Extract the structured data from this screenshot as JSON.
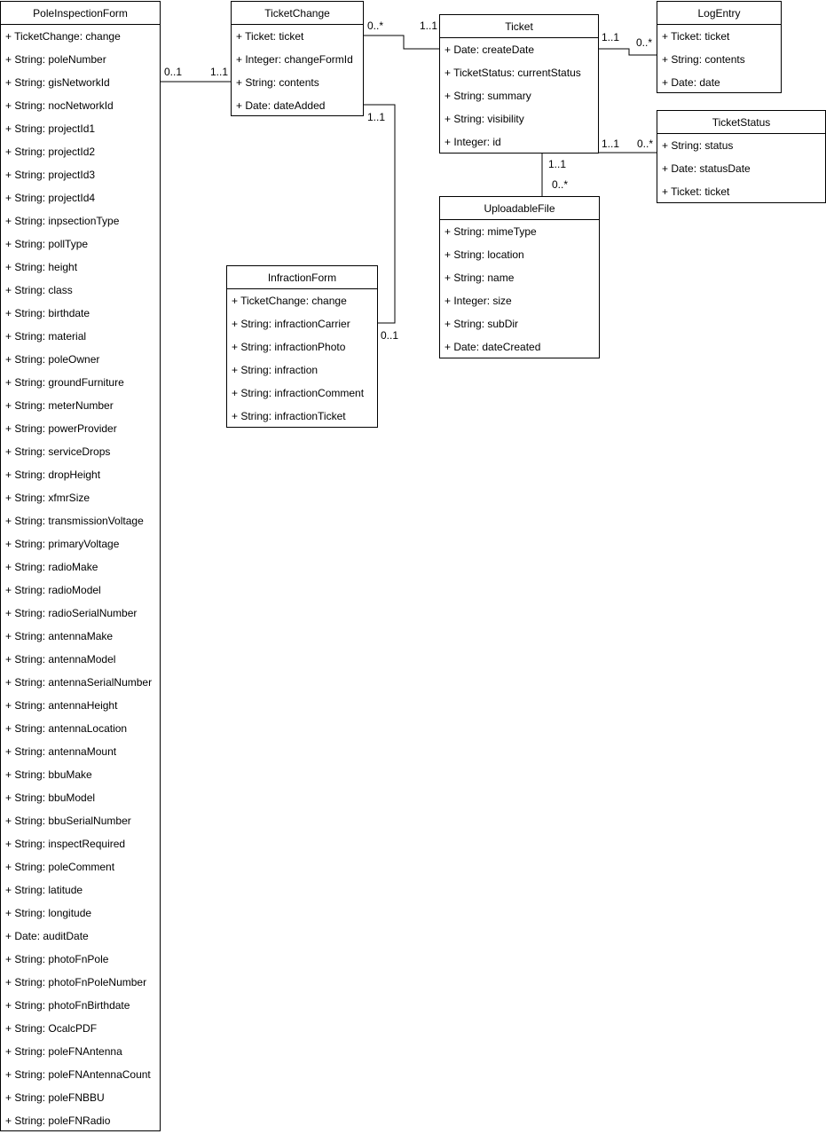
{
  "classes": {
    "pole_inspection_form": {
      "name": "PoleInspectionForm",
      "attributes": [
        "+ TicketChange: change",
        "+ String: poleNumber",
        "+ String: gisNetworkId",
        "+ String: nocNetworkId",
        "+ String: projectId1",
        "+ String: projectId2",
        "+ String: projectId3",
        "+ String: projectId4",
        "+ String: inpsectionType",
        "+ String: pollType",
        "+ String: height",
        "+ String: class",
        "+ String: birthdate",
        "+ String: material",
        "+ String: poleOwner",
        "+ String: groundFurniture",
        "+ String: meterNumber",
        "+ String: powerProvider",
        "+ String: serviceDrops",
        "+ String: dropHeight",
        "+ String: xfmrSize",
        "+ String: transmissionVoltage",
        "+ String: primaryVoltage",
        "+ String: radioMake",
        "+ String: radioModel",
        "+ String: radioSerialNumber",
        "+ String: antennaMake",
        "+ String: antennaModel",
        "+ String: antennaSerialNumber",
        "+ String: antennaHeight",
        "+ String: antennaLocation",
        "+ String: antennaMount",
        "+ String: bbuMake",
        "+ String: bbuModel",
        "+ String: bbuSerialNumber",
        "+ String: inspectRequired",
        "+ String: poleComment",
        "+ String: latitude",
        "+ String: longitude",
        "+ Date: auditDate",
        "+ String: photoFnPole",
        "+ String: photoFnPoleNumber",
        "+ String: photoFnBirthdate",
        "+ String: OcalcPDF",
        "+ String: poleFNAntenna",
        "+ String: poleFNAntennaCount",
        "+ String: poleFNBBU",
        "+ String: poleFNRadio"
      ]
    },
    "ticket_change": {
      "name": "TicketChange",
      "attributes": [
        "+ Ticket: ticket",
        "+ Integer: changeFormId",
        "+ String: contents",
        "+ Date: dateAdded"
      ]
    },
    "ticket": {
      "name": "Ticket",
      "attributes": [
        "+ Date: createDate",
        "+ TicketStatus: currentStatus",
        "+ String: summary",
        "+ String: visibility",
        "+ Integer: id"
      ]
    },
    "log_entry": {
      "name": "LogEntry",
      "attributes": [
        "+ Ticket: ticket",
        "+ String: contents",
        "+ Date: date"
      ]
    },
    "ticket_status": {
      "name": "TicketStatus",
      "attributes": [
        "+ String: status",
        "+ Date: statusDate",
        "+ Ticket: ticket"
      ]
    },
    "uploadable_file": {
      "name": "UploadableFile",
      "attributes": [
        "+ String: mimeType",
        "+ String: location",
        "+ String: name",
        "+ Integer: size",
        "+ String: subDir",
        "+ Date: dateCreated"
      ]
    },
    "infraction_form": {
      "name": "InfractionForm",
      "attributes": [
        "+ TicketChange: change",
        "+ String: infractionCarrier",
        "+ String: infractionPhoto",
        "+ String: infraction",
        "+ String: infractionComment",
        "+ String: infractionTicket"
      ]
    }
  },
  "associations": [
    {
      "from": "pole_inspection_form",
      "to": "ticket_change",
      "from_multiplicity": "0..1",
      "to_multiplicity": "1..1"
    },
    {
      "from": "ticket_change",
      "to": "ticket",
      "from_multiplicity": "0..*",
      "to_multiplicity": "1..1"
    },
    {
      "from": "ticket",
      "to": "log_entry",
      "from_multiplicity": "1..1",
      "to_multiplicity": "0..*"
    },
    {
      "from": "ticket",
      "to": "ticket_status",
      "from_multiplicity": "1..1",
      "to_multiplicity": "0..*"
    },
    {
      "from": "ticket",
      "to": "uploadable_file",
      "from_multiplicity": "1..1",
      "to_multiplicity": "0..*"
    },
    {
      "from": "ticket_change",
      "to": "infraction_form",
      "from_multiplicity": "1..1",
      "to_multiplicity": "0..1"
    }
  ]
}
